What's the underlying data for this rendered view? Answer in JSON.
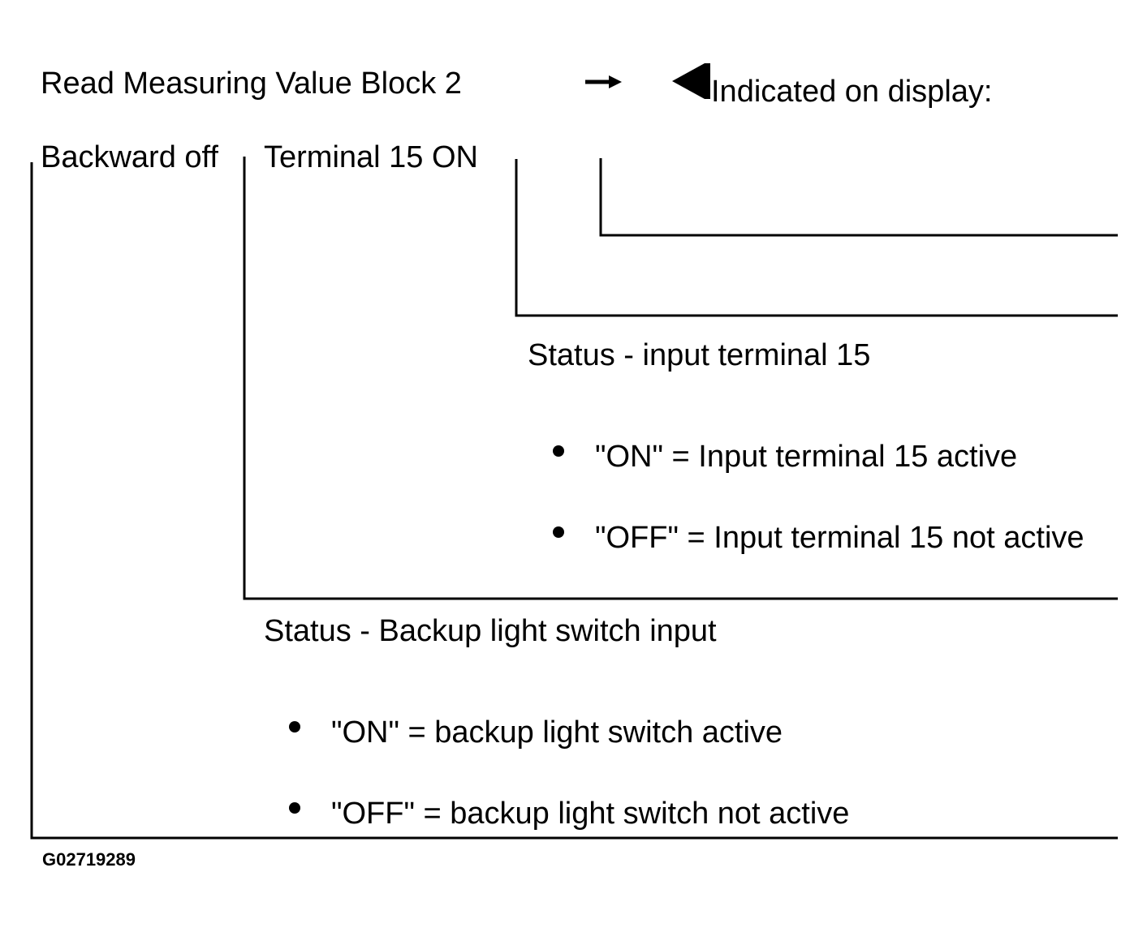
{
  "header": {
    "title": "Read Measuring Value Block 2",
    "indicated_label": "Indicated on display:"
  },
  "fields": {
    "field1": "Backward off",
    "field2": "Terminal 15 ON"
  },
  "field2_description": {
    "heading": "Status - input terminal 15",
    "items": [
      "\"ON\" = Input terminal 15 active",
      "\"OFF\" = Input terminal 15 not active"
    ]
  },
  "field1_description": {
    "heading": "Status - Backup light switch input",
    "items": [
      "\"ON\" = backup light switch active",
      "\"OFF\" = backup light switch not active"
    ]
  },
  "figure_id": "G02719289",
  "icons": [
    "arrow-right-icon",
    "pointer-triangle-icon"
  ]
}
